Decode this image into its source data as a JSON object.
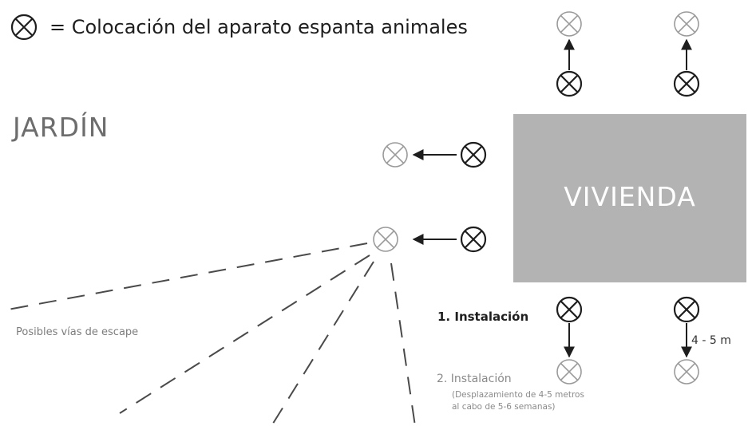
{
  "legend": {
    "icon": "crossed-circle-icon",
    "text": "= Colocación del aparato espanta animales"
  },
  "garden_label": "JARDÍN",
  "house_label": "VIVIENDA",
  "stage1_label": "1. Instalación",
  "stage2_label": "2. Instalación",
  "stage2_note_line1": "(Desplazamiento de 4-5 metros",
  "stage2_note_line2": "al cabo de 5-6 semanas)",
  "escape_label": "Posibles vías de escape",
  "distance_label": "4 - 5 m",
  "colors": {
    "house": "#b3b3b3",
    "device_active": "#1e1e1e",
    "device_moved": "#9a9a9a"
  }
}
